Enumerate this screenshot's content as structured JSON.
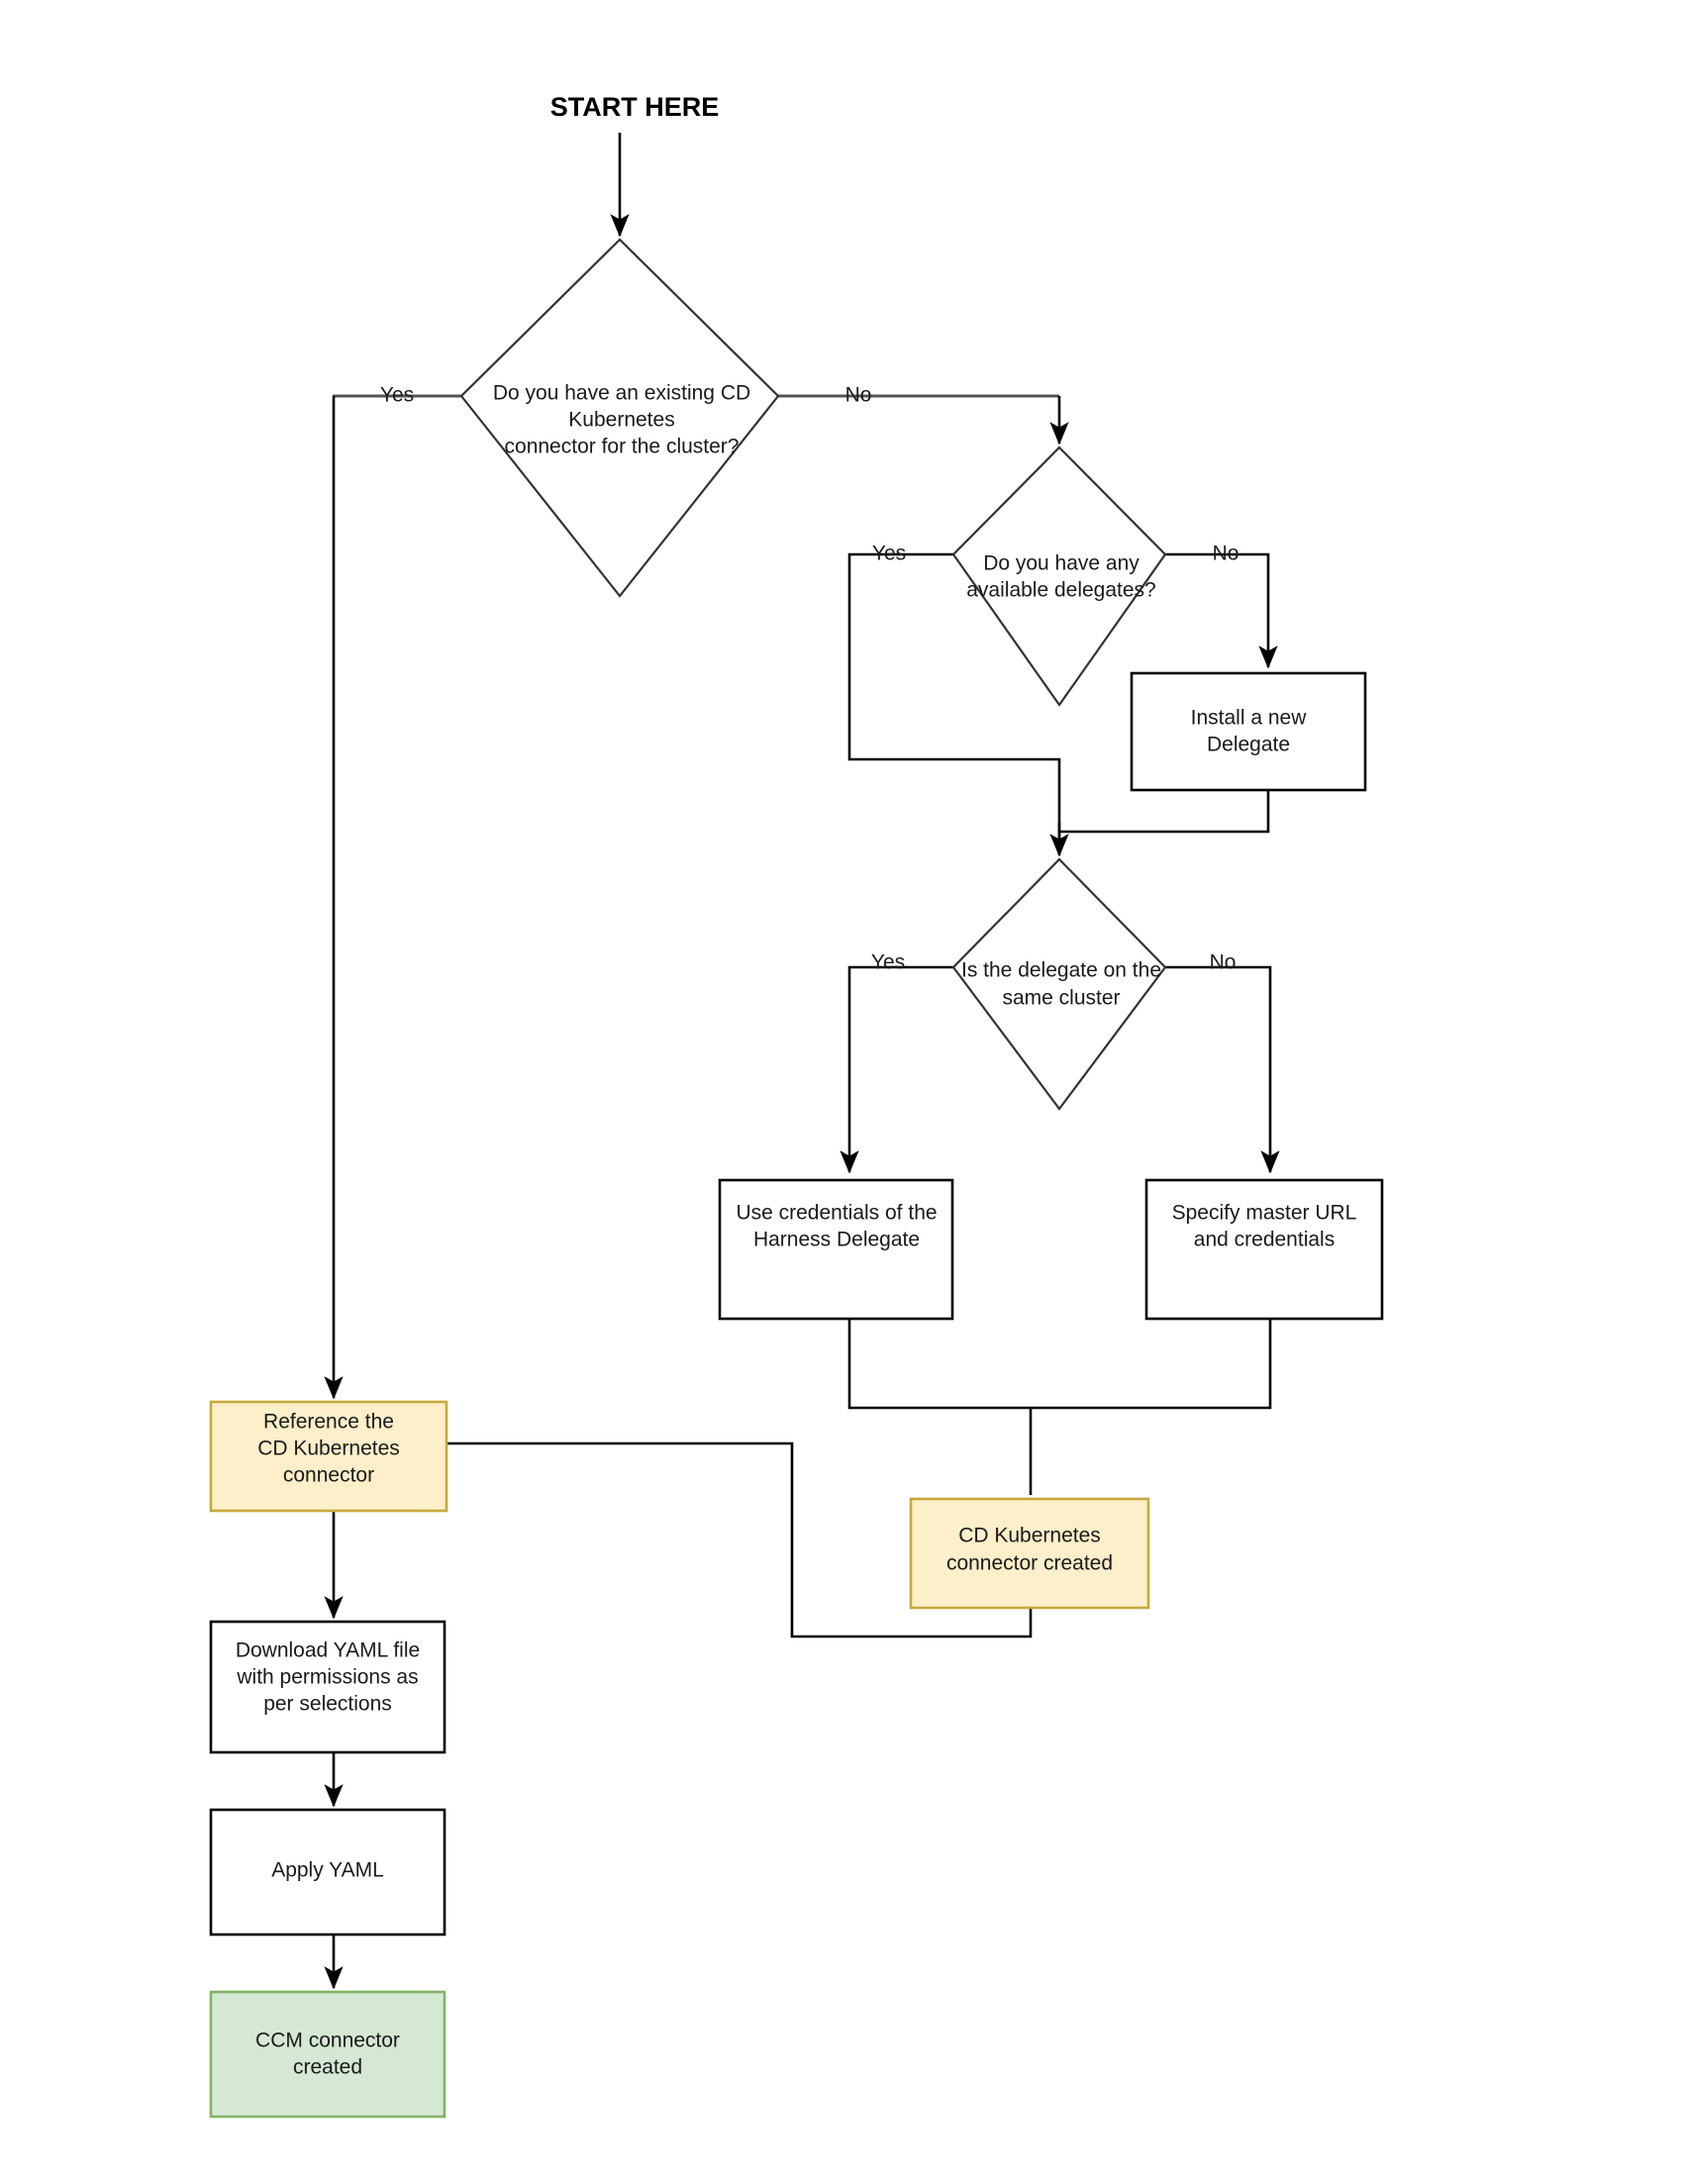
{
  "diagram": {
    "title": "Harness CCM Kubernetes connector creation flowchart",
    "start_label": "START HERE",
    "colors": {
      "orange_fill": "#fcefc9",
      "orange_stroke": "#c5a83b",
      "green_fill": "#d5e8d4",
      "green_stroke": "#82b366",
      "box_fill": "#ffffff",
      "box_stroke": "#000000",
      "line": "#000000",
      "text": "#1a1a1a"
    },
    "nodes": {
      "decision_existing_connector": {
        "type": "decision",
        "line1": "Do you have an existing CD",
        "line2": "Kubernetes",
        "line3": "connector for the cluster?"
      },
      "decision_available_delegates": {
        "type": "decision",
        "line1": "Do you have any",
        "line2": "available delegates?"
      },
      "decision_same_cluster": {
        "type": "decision",
        "line1": "Is the delegate on the",
        "line2": "same cluster"
      },
      "install_delegate": {
        "type": "process",
        "line1": "Install a new",
        "line2": "Delegate"
      },
      "use_credentials": {
        "type": "process",
        "line1": "Use credentials of the",
        "line2": "Harness Delegate"
      },
      "specify_master_url": {
        "type": "process",
        "line1": "Specify master URL",
        "line2": "and credentials"
      },
      "reference_connector": {
        "type": "process-orange",
        "line1": "Reference the",
        "line2": "CD Kubernetes",
        "line3": "connector"
      },
      "cd_connector_created": {
        "type": "process-orange",
        "line1": "CD Kubernetes",
        "line2": "connector created"
      },
      "download_yaml": {
        "type": "process",
        "line1": "Download YAML file",
        "line2": "with permissions as",
        "line3": "per selections"
      },
      "apply_yaml": {
        "type": "process",
        "line1": "Apply YAML"
      },
      "ccm_connector_created": {
        "type": "process-green",
        "line1": "CCM connector",
        "line2": "created"
      }
    },
    "edge_labels": {
      "d1_yes": "Yes",
      "d1_no": "No",
      "d2_yes": "Yes",
      "d2_no": "No",
      "d3_yes": "Yes",
      "d3_no": "No"
    }
  }
}
